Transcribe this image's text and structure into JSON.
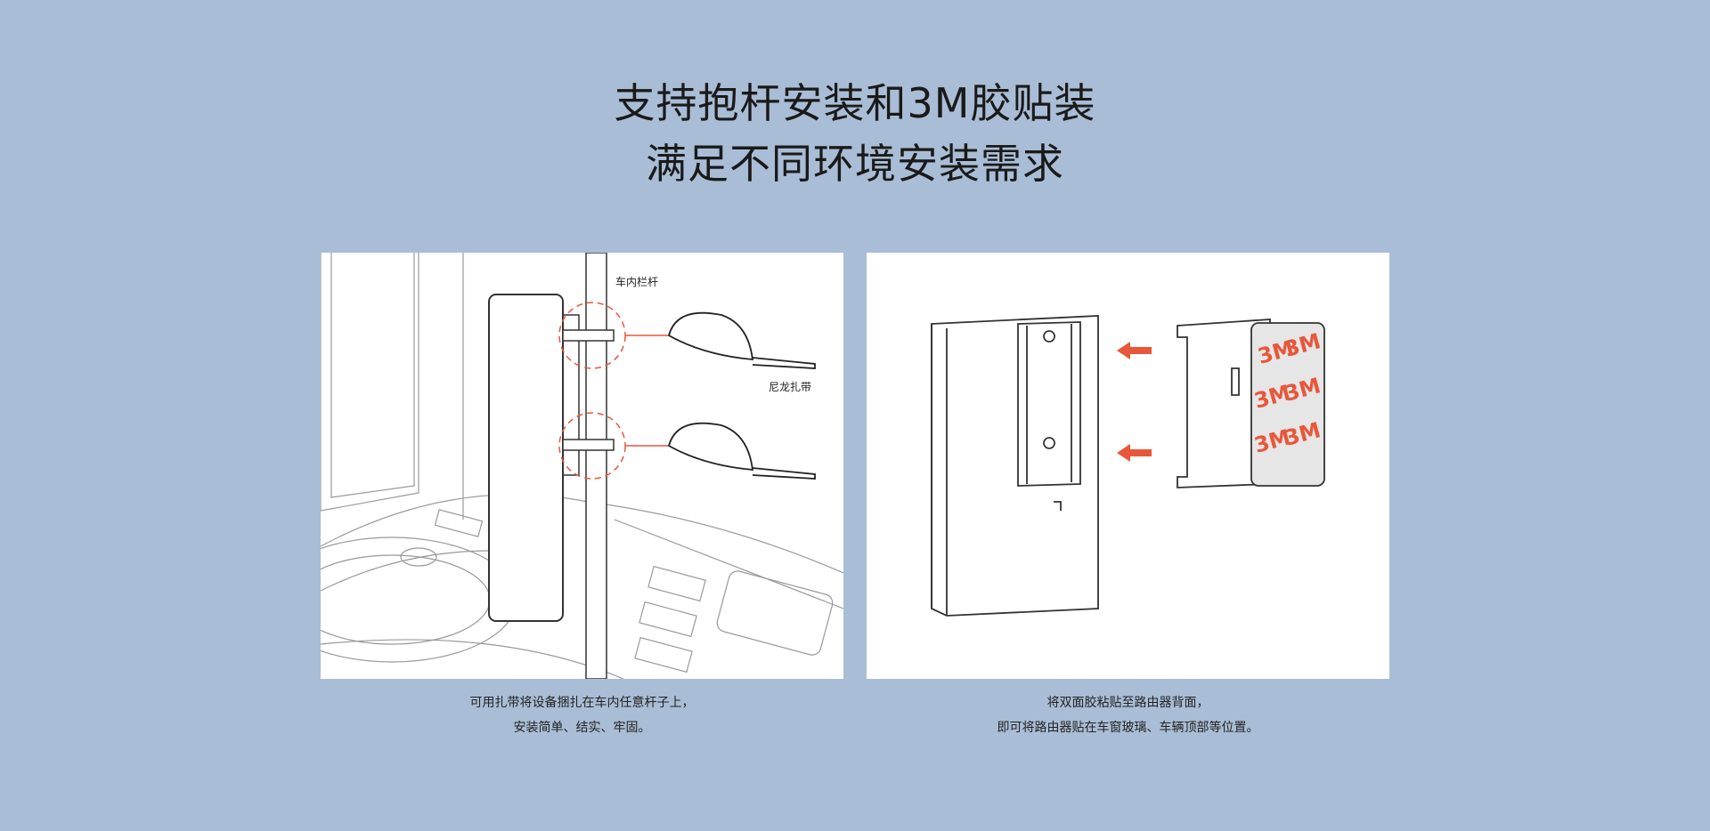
{
  "heading": {
    "line1": "支持抱杆安装和3M胶贴装",
    "line2": "满足不同环境安装需求"
  },
  "left_panel": {
    "label_pole": "车内栏杆",
    "label_tie": "尼龙扎带",
    "caption_line1": "可用扎带将设备捆扎在车内任意杆子上，",
    "caption_line2": "安装简单、结实、牢固。"
  },
  "right_panel": {
    "pad_text": "3M",
    "caption_line1": "将双面胶粘贴至路由器背面，",
    "caption_line2": "即可将路由器贴在车窗玻璃、车辆顶部等位置。"
  },
  "colors": {
    "background": "#aabdd6",
    "accent": "#e8573a"
  }
}
